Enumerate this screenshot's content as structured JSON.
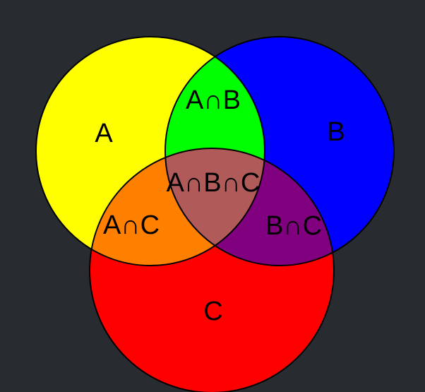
{
  "diagram": {
    "background": "#282c30",
    "outline_color": "#000000",
    "sets": [
      {
        "id": "A",
        "color": "#ffff00"
      },
      {
        "id": "B",
        "color": "#0000ff"
      },
      {
        "id": "C",
        "color": "#ff0000"
      }
    ],
    "intersections": {
      "AB": "#00ff00",
      "AC": "#ff8000",
      "BC": "#800080",
      "ABC": "#b05a5a"
    },
    "labels": {
      "a": "A",
      "b": "B",
      "c": "C",
      "ab": "A∩B",
      "ac": "A∩C",
      "bc": "B∩C",
      "abc": "A∩B∩C"
    }
  }
}
